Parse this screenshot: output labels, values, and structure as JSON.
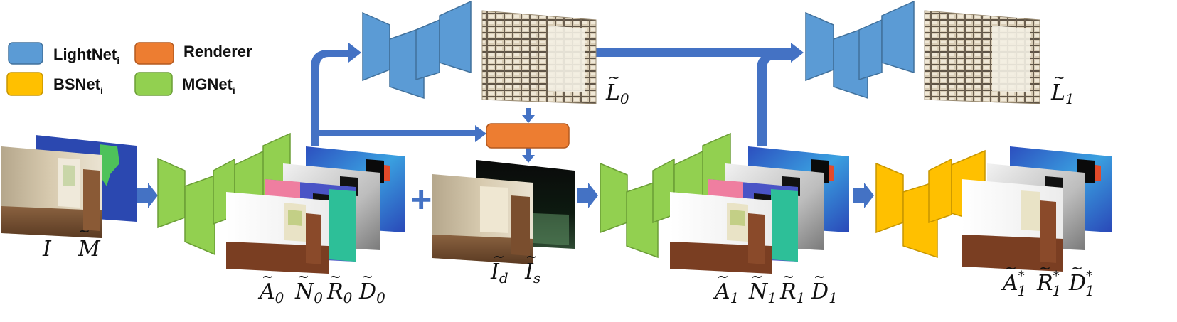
{
  "legend": {
    "items": [
      {
        "name": "LightNet",
        "sub": "i",
        "color": "#5b9bd5"
      },
      {
        "name": "Renderer",
        "sub": "",
        "color": "#ed7d31"
      },
      {
        "name": "BSNet",
        "sub": "i",
        "color": "#ffc000"
      },
      {
        "name": "MGNet",
        "sub": "i",
        "color": "#92d050"
      }
    ]
  },
  "colors": {
    "arrow": "#4472c4",
    "lightnet": "#5b9bd5",
    "renderer": "#ed7d31",
    "bsnet": "#ffc000",
    "mgnet": "#92d050"
  },
  "labels": {
    "I": "I",
    "M": "M",
    "A0": "A",
    "A0_sub": "0",
    "N0": "N",
    "N0_sub": "0",
    "R0": "R",
    "R0_sub": "0",
    "D0": "D",
    "D0_sub": "0",
    "Id": "I",
    "Id_sub": "d",
    "Is": "I",
    "Is_sub": "s",
    "L0": "L",
    "L0_sub": "0",
    "L1": "L",
    "L1_sub": "1",
    "A1": "A",
    "A1_sub": "1",
    "N1": "N",
    "N1_sub": "1",
    "R1": "R",
    "R1_sub": "1",
    "D1": "D",
    "D1_sub": "1",
    "A1s": "A",
    "A1s_sub": "1",
    "A1s_sup": "*",
    "R1s": "R",
    "R1s_sub": "1",
    "R1s_sup": "*",
    "D1s": "D",
    "D1s_sub": "1",
    "D1s_sup": "*",
    "plus": "+"
  }
}
